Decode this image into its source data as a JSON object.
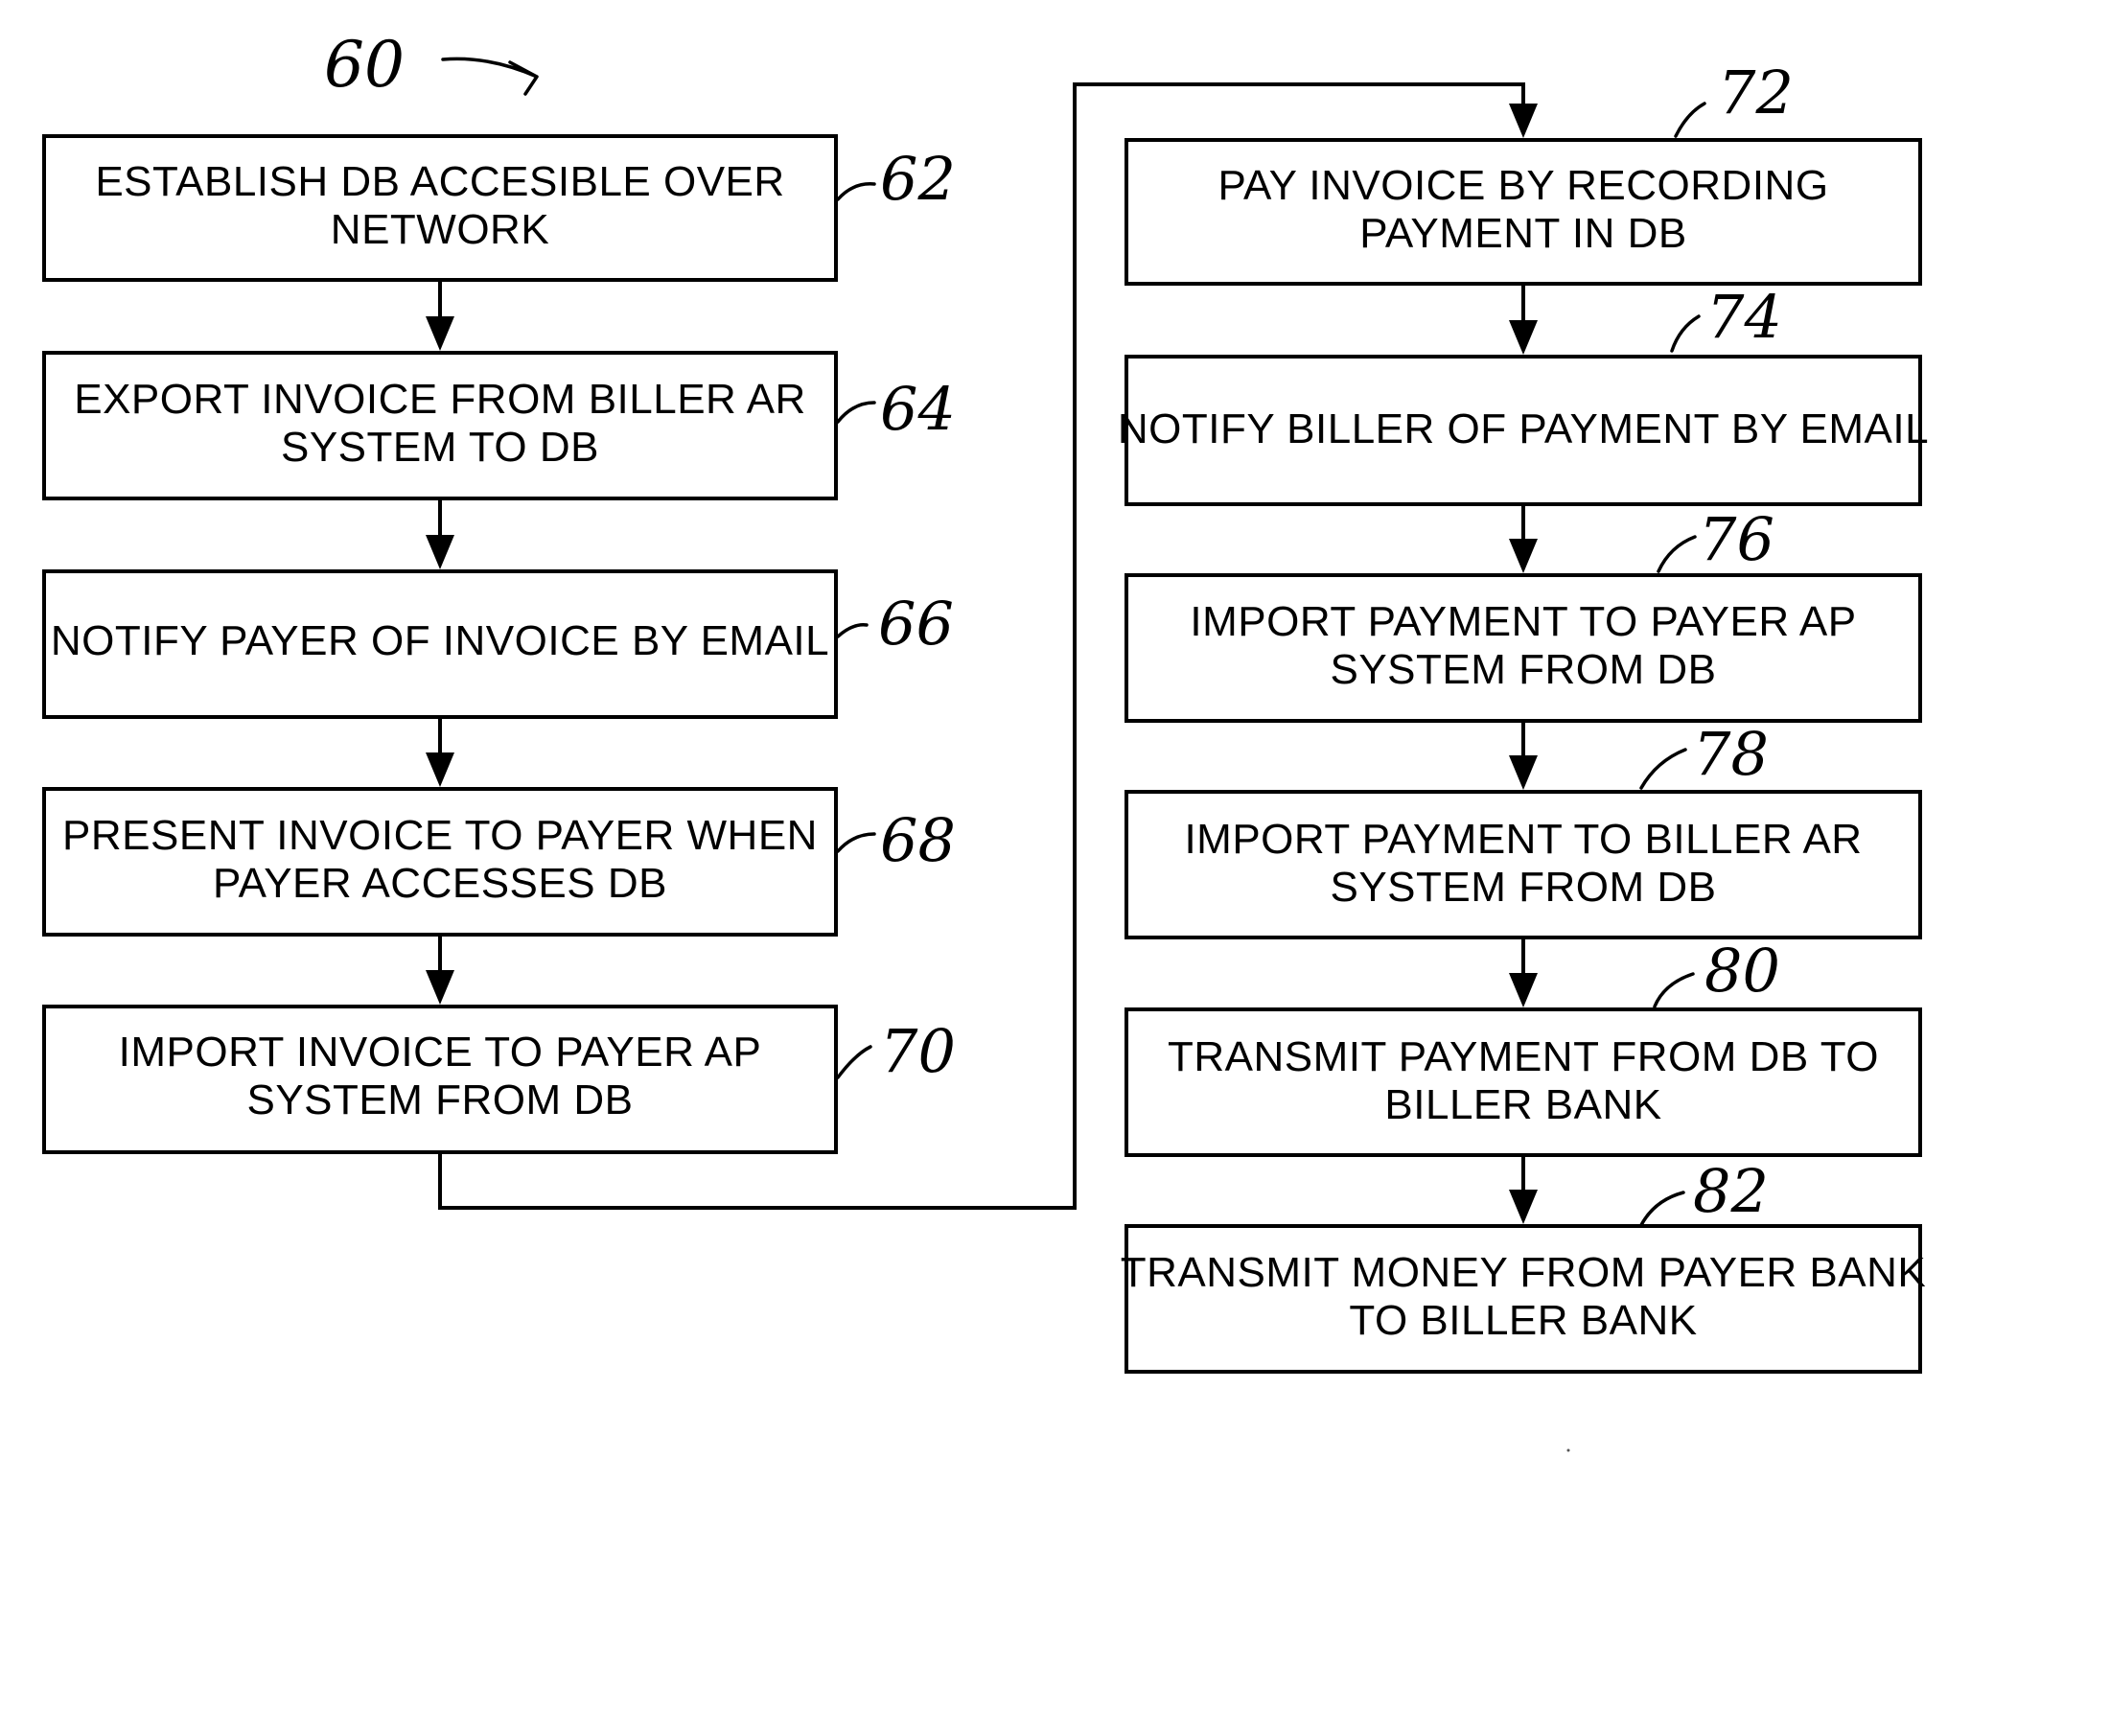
{
  "figure": {
    "number": "60"
  },
  "steps": [
    {
      "ref": "62",
      "lines": [
        "ESTABLISH DB ACCESIBLE OVER",
        "NETWORK"
      ]
    },
    {
      "ref": "64",
      "lines": [
        "EXPORT INVOICE FROM BILLER AR",
        "SYSTEM TO DB"
      ]
    },
    {
      "ref": "66",
      "lines": [
        "NOTIFY PAYER OF INVOICE BY EMAIL"
      ]
    },
    {
      "ref": "68",
      "lines": [
        "PRESENT INVOICE TO PAYER WHEN",
        "PAYER ACCESSES DB"
      ]
    },
    {
      "ref": "70",
      "lines": [
        "IMPORT INVOICE TO PAYER AP",
        "SYSTEM FROM DB"
      ]
    },
    {
      "ref": "72",
      "lines": [
        "PAY INVOICE BY RECORDING",
        "PAYMENT IN DB"
      ]
    },
    {
      "ref": "74",
      "lines": [
        "NOTIFY BILLER OF PAYMENT BY EMAIL"
      ]
    },
    {
      "ref": "76",
      "lines": [
        "IMPORT PAYMENT TO PAYER AP",
        "SYSTEM FROM DB"
      ]
    },
    {
      "ref": "78",
      "lines": [
        "IMPORT PAYMENT TO BILLER AR",
        "SYSTEM FROM DB"
      ]
    },
    {
      "ref": "80",
      "lines": [
        "TRANSMIT PAYMENT FROM DB TO",
        "BILLER BANK"
      ]
    },
    {
      "ref": "82",
      "lines": [
        "TRANSMIT MONEY FROM PAYER BANK",
        "TO BILLER BANK"
      ]
    }
  ]
}
